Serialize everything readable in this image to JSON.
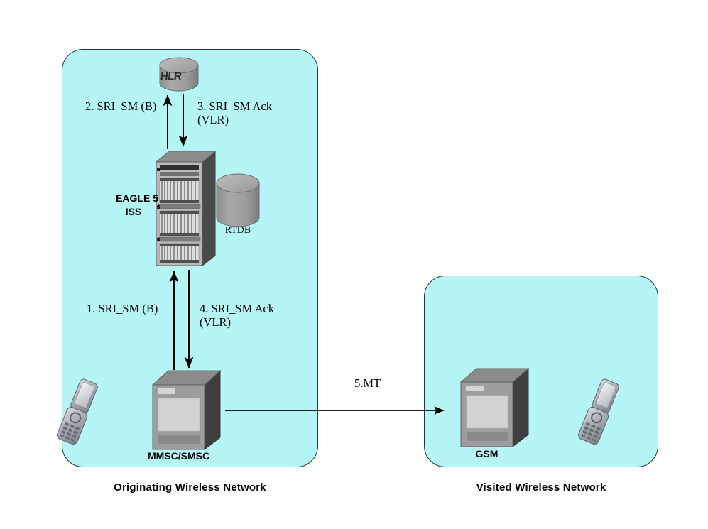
{
  "diagram": {
    "title": "SRI_SM message flow between originating and visited wireless networks",
    "colors": {
      "panel_fill": "#b6f5f5",
      "panel_stroke": "#1d3a3a",
      "background": "#ffffff",
      "arrow": "#000000",
      "device_light": "#c8c8c8",
      "device_mid": "#9a9a9a",
      "device_dark": "#3a3a3a",
      "cylinder": "#9e9e9e"
    }
  },
  "networks": [
    {
      "id": "originating",
      "title": "Originating Wireless Network"
    },
    {
      "id": "visited",
      "title": "Visited Wireless Network"
    }
  ],
  "nodes": [
    {
      "id": "hlr",
      "label": "HLR",
      "type": "database-cylinder"
    },
    {
      "id": "eagle",
      "label": "EAGLE 5\nISS",
      "type": "server-rack"
    },
    {
      "id": "rtdb",
      "label": "RTDB",
      "type": "database-cylinder"
    },
    {
      "id": "mmsc",
      "label": "MMSC/SMSC",
      "type": "server-box"
    },
    {
      "id": "gsm",
      "label": "GSM",
      "type": "server-box"
    },
    {
      "id": "handset-originating",
      "label": "",
      "type": "mobile-handset"
    },
    {
      "id": "handset-visited",
      "label": "",
      "type": "mobile-handset"
    }
  ],
  "messages": [
    {
      "step": "1",
      "text": "1. SRI_SM (B)",
      "from": "mmsc",
      "to": "eagle",
      "direction": "up"
    },
    {
      "step": "2",
      "text": "2. SRI_SM (B)",
      "from": "eagle",
      "to": "hlr",
      "direction": "up"
    },
    {
      "step": "3",
      "text": "3. SRI_SM Ack\n(VLR)",
      "from": "hlr",
      "to": "eagle",
      "direction": "down"
    },
    {
      "step": "4",
      "text": "4. SRI_SM Ack\n(VLR)",
      "from": "eagle",
      "to": "mmsc",
      "direction": "down"
    },
    {
      "step": "5",
      "text": "5.MT",
      "from": "mmsc",
      "to": "gsm",
      "direction": "right"
    }
  ],
  "labels": {
    "msg2": "2. SRI_SM (B)",
    "msg3_line1": "3. SRI_SM Ack",
    "msg3_line2": "(VLR)",
    "msg1": "1. SRI_SM (B)",
    "msg4_line1": "4. SRI_SM Ack",
    "msg4_line2": "(VLR)",
    "msg5": "5.MT",
    "hlr": "HLR",
    "eagle_line1": "EAGLE 5",
    "eagle_line2": "ISS",
    "rtdb": "RTDB",
    "mmsc": "MMSC/SMSC",
    "gsm": "GSM",
    "originating_network": "Originating Wireless Network",
    "visited_network": "Visited Wireless Network"
  }
}
